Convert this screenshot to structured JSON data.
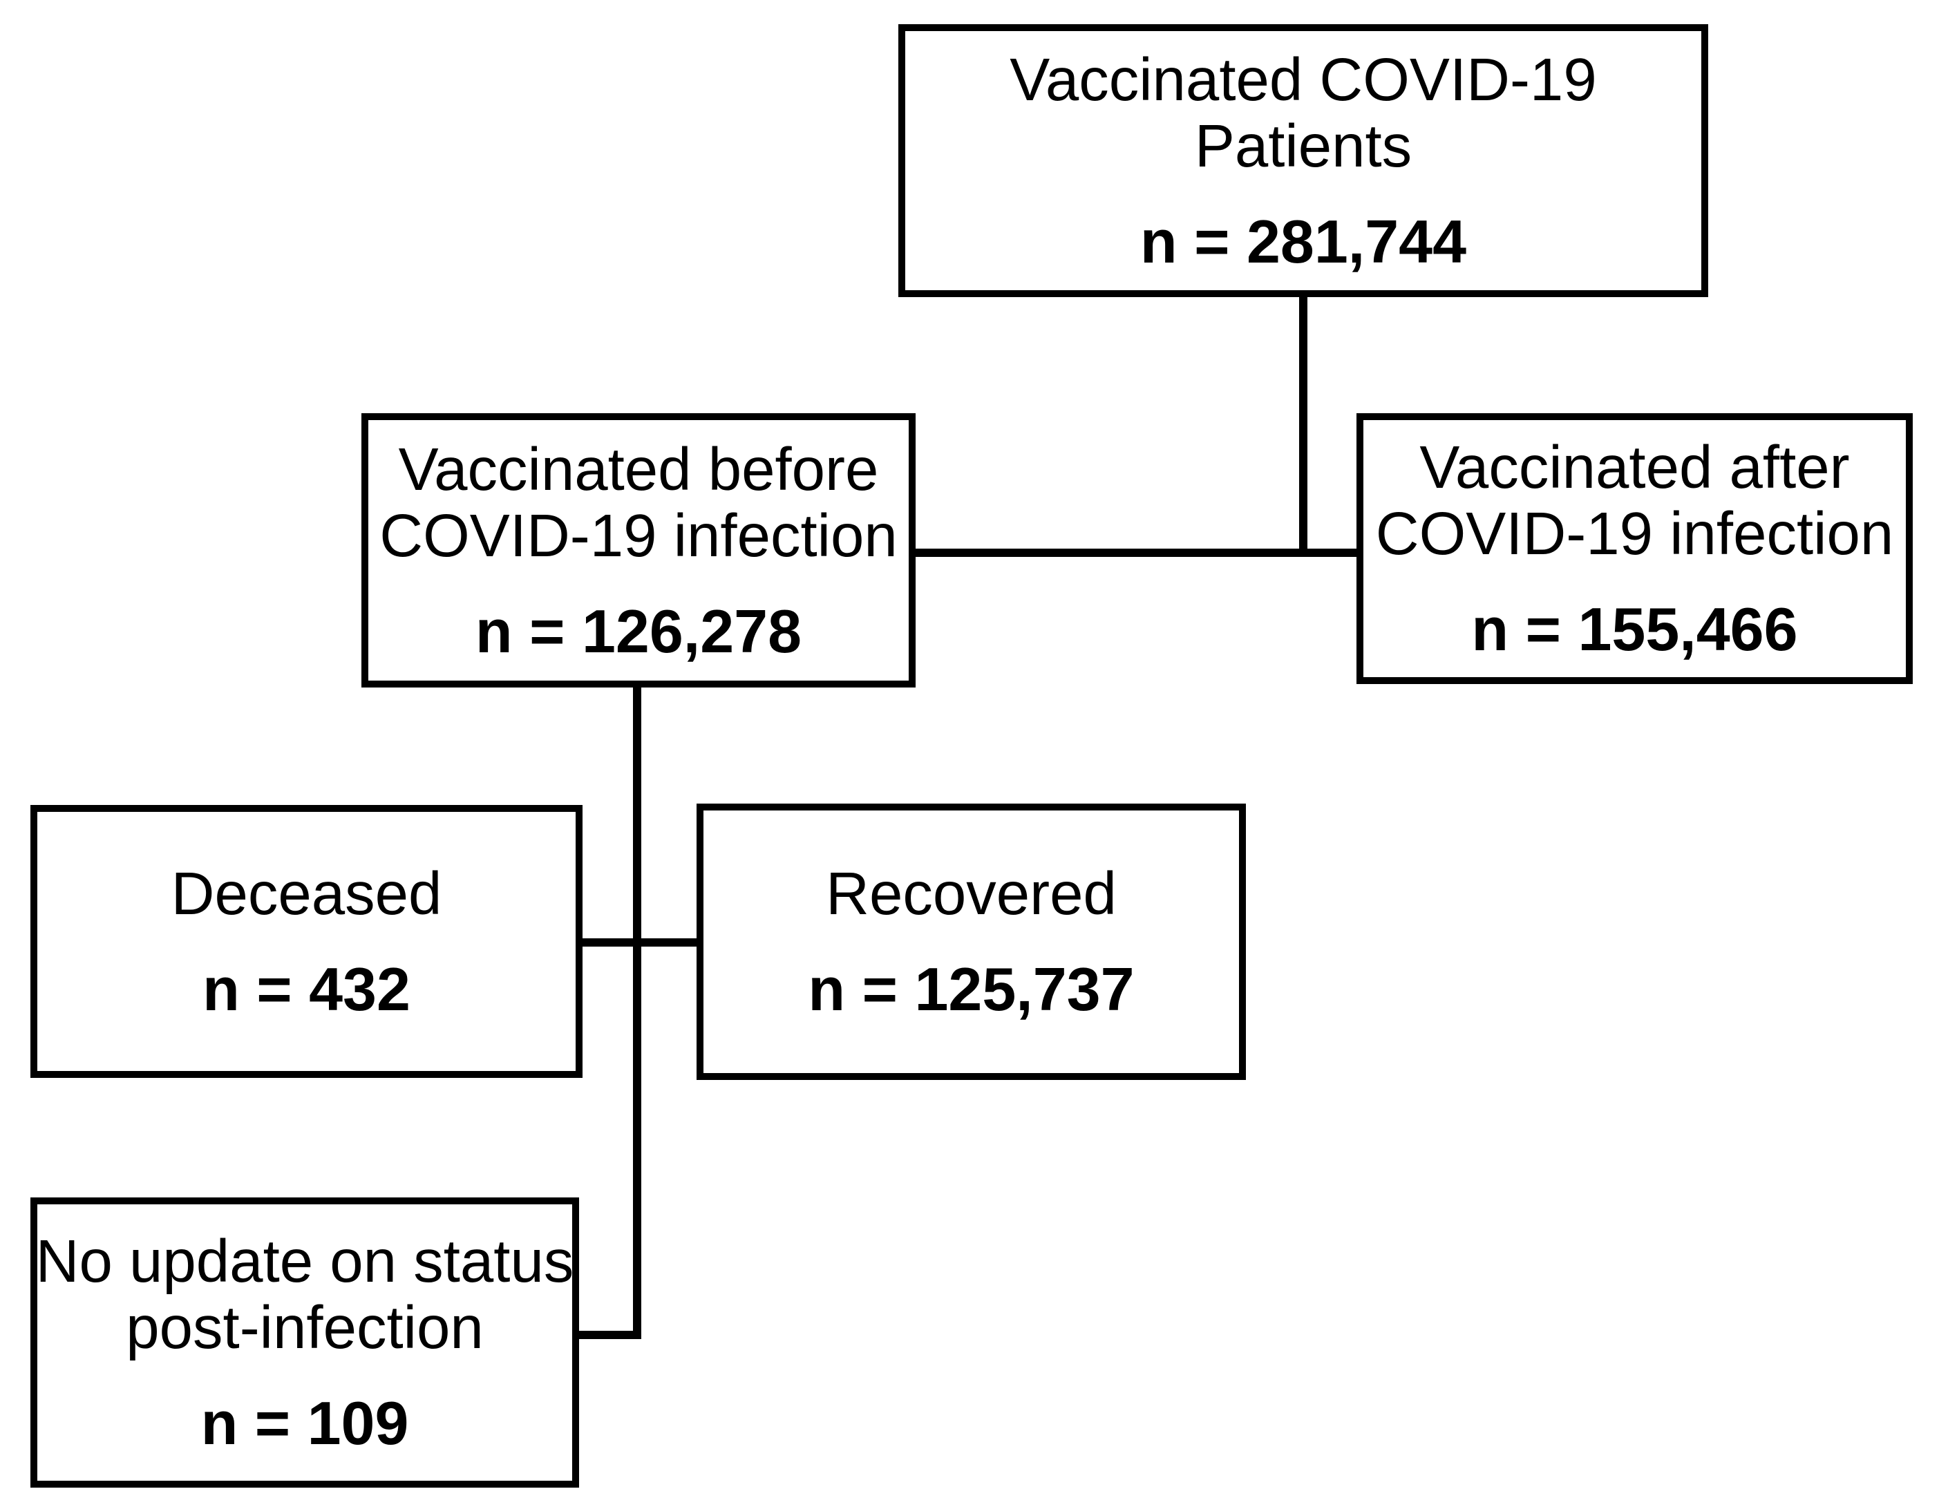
{
  "figure": {
    "type": "flow-diagram",
    "background_color": "#ffffff",
    "line_color": "#000000",
    "text_color": "#000000"
  },
  "boxes": {
    "total": {
      "line1": "Vaccinated COVID-19",
      "line2": "Patients",
      "n": "n = 281,744"
    },
    "before": {
      "line1": "Vaccinated before",
      "line2": "COVID-19 infection",
      "n": "n = 126,278"
    },
    "after": {
      "line1": "Vaccinated after",
      "line2": "COVID-19 infection",
      "n": "n = 155,466"
    },
    "deceased": {
      "line1": "Deceased",
      "n": "n = 432"
    },
    "recovered": {
      "line1": "Recovered",
      "n": "n = 125,737"
    },
    "no_update": {
      "line1": "No update on status",
      "line2": "post-infection",
      "n": "n = 109"
    }
  },
  "counts": {
    "total": 281744,
    "before": 126278,
    "after": 155466,
    "deceased": 432,
    "recovered": 125737,
    "no_update": 109
  },
  "edges": [
    {
      "from": "total",
      "to": "before"
    },
    {
      "from": "total",
      "to": "after"
    },
    {
      "from": "before",
      "to": "deceased"
    },
    {
      "from": "before",
      "to": "recovered"
    },
    {
      "from": "before",
      "to": "no_update"
    }
  ]
}
